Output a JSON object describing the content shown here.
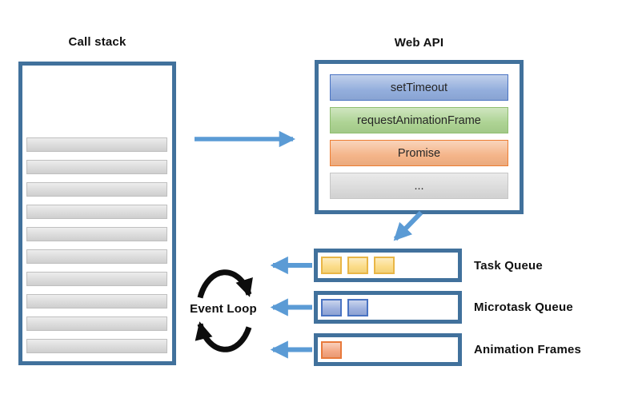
{
  "call_stack": {
    "title": "Call stack",
    "frame_count": 10
  },
  "web_api": {
    "title": "Web API",
    "items": [
      {
        "label": "setTimeout",
        "fill": "#8EAADB",
        "border": "#4973C2"
      },
      {
        "label": "requestAnimationFrame",
        "fill": "#A9D18E",
        "border": "#8FBE70"
      },
      {
        "label": "Promise",
        "fill": "#F4B183",
        "border": "#ED7D31"
      },
      {
        "label": "...",
        "fill": "#D9D9D9",
        "border": "#C6C6C6"
      }
    ]
  },
  "queues": [
    {
      "label": "Task Queue",
      "item_count": 3,
      "item_fill": "#FBD97E",
      "item_border": "#E9B646"
    },
    {
      "label": "Microtask Queue",
      "item_count": 2,
      "item_fill": "#94A9DB",
      "item_border": "#4973C2"
    },
    {
      "label": "Animation Frames",
      "item_count": 1,
      "item_fill": "#F2A07A",
      "item_border": "#E8793B"
    }
  ],
  "event_loop": {
    "label": "Event Loop"
  },
  "colors": {
    "box_border": "#41719C",
    "arrow": "#5B9BD5",
    "event_loop_arrow": "#0D0D0D",
    "stack_frame_fill": "#D9D9D9",
    "stack_frame_border": "#BFBFBF"
  }
}
